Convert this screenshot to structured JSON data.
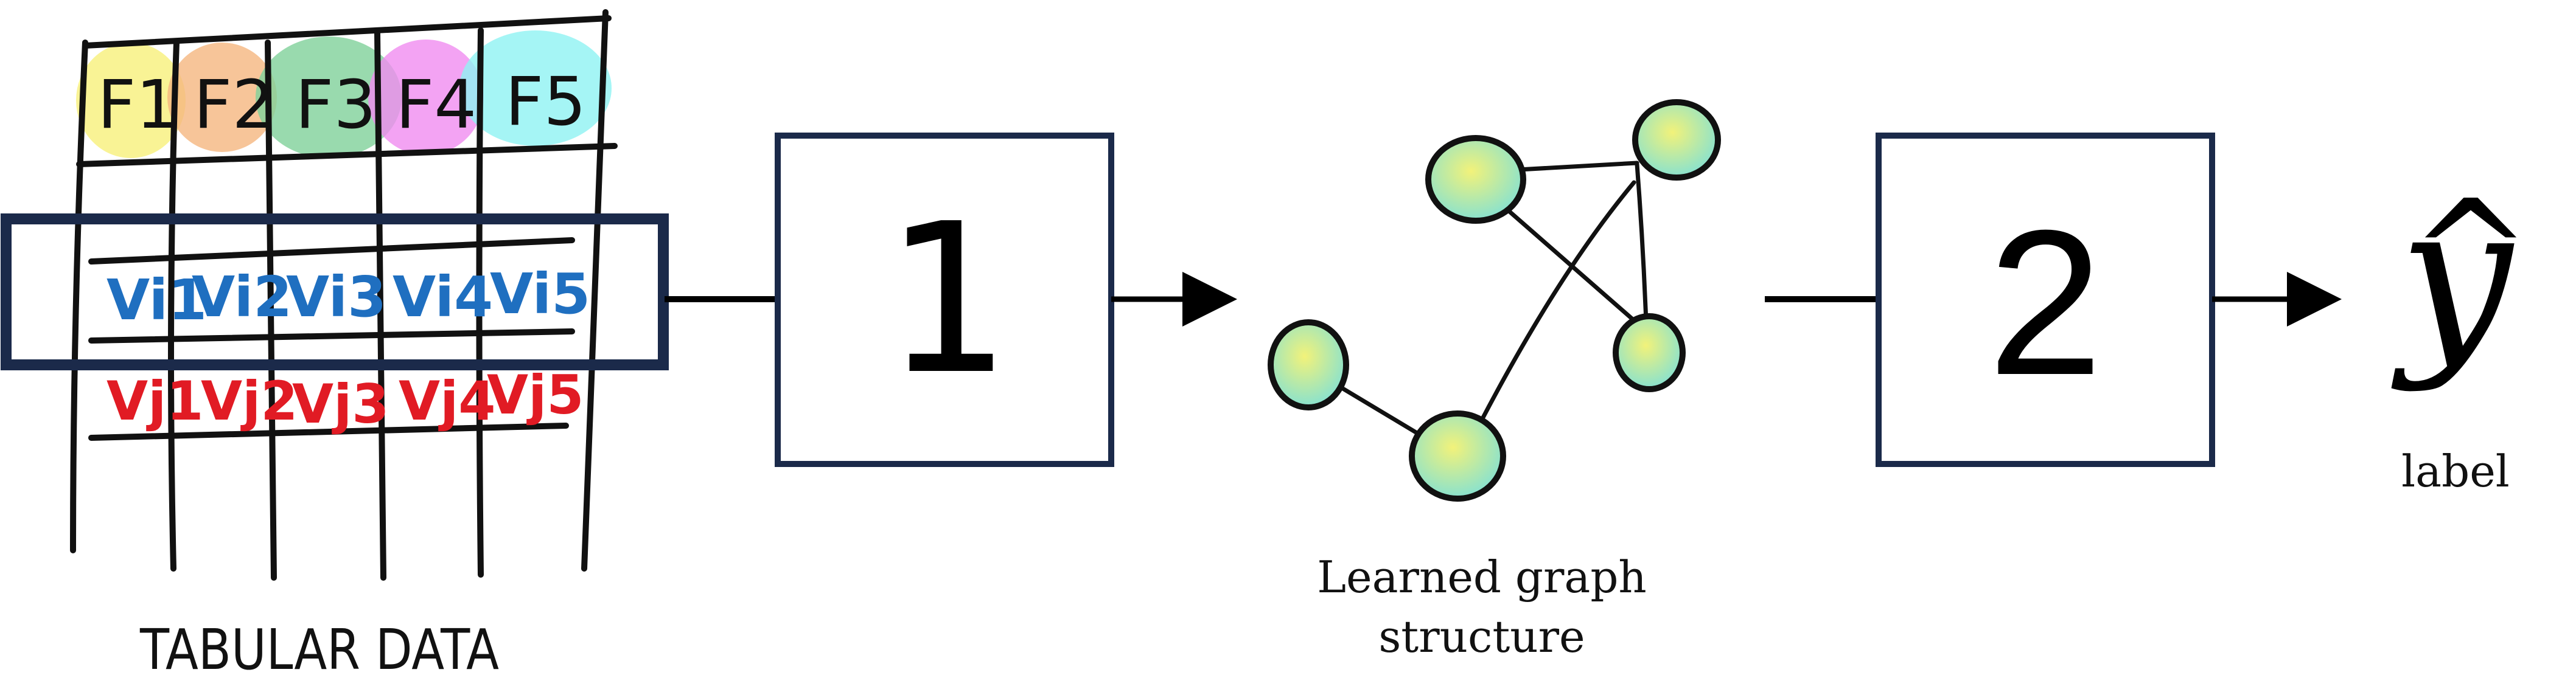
{
  "table": {
    "features": [
      "F1",
      "F2",
      "F3",
      "F4",
      "F5"
    ],
    "row_i": [
      "Vi1",
      "Vi2",
      "Vi3",
      "Vi4",
      "Vi5"
    ],
    "row_j": [
      "Vj1",
      "Vj2",
      "Vj3",
      "Vj4",
      "Vj5"
    ],
    "caption": "TABULAR DATA",
    "feature_colors": [
      "#f7f07a",
      "#f5b77f",
      "#7fd19a",
      "#f08cf0",
      "#8ff3f3"
    ],
    "row_i_color": "#1f6fc0",
    "row_j_color": "#e11b24",
    "highlight_color": "#1b2a4a"
  },
  "step1": {
    "label": "1"
  },
  "step2": {
    "label": "2"
  },
  "graph": {
    "caption_line1": "Learned graph",
    "caption_line2": "structure",
    "node_colors": [
      "#f2f27a",
      "#7fe0d6"
    ]
  },
  "output": {
    "symbol": "y",
    "hat": "^",
    "caption": "label"
  }
}
